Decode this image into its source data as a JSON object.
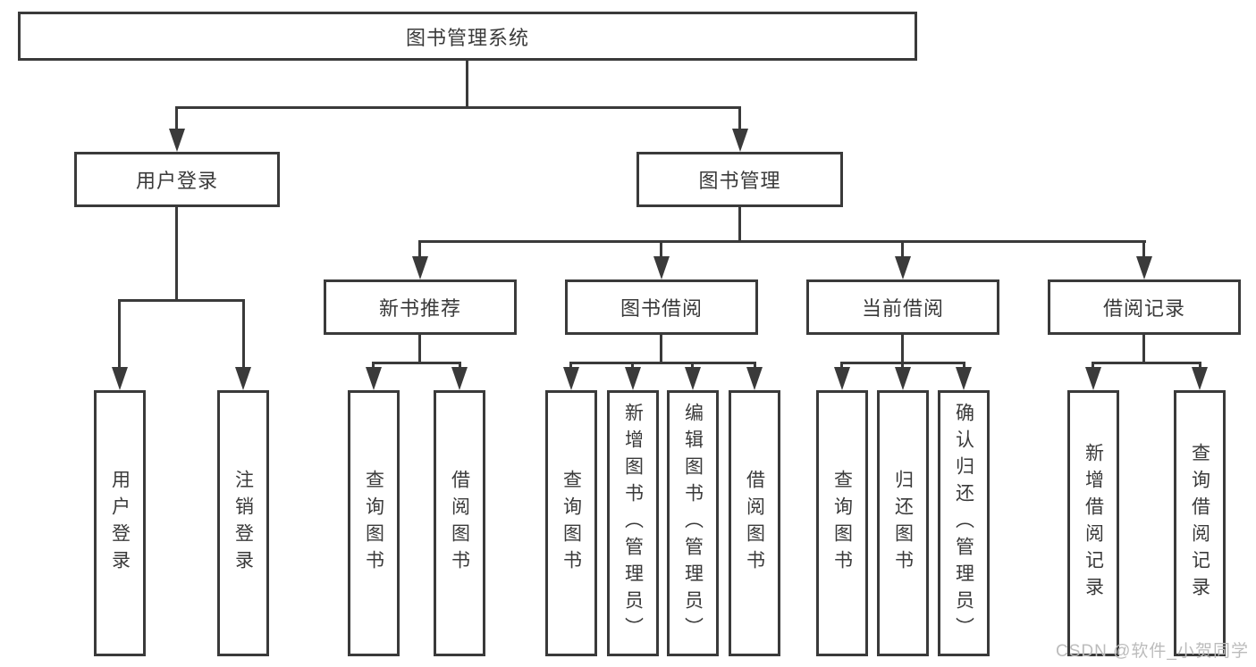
{
  "diagram_title": "图书管理系统",
  "colors": {
    "line": "#3a3a3a",
    "background": "#ffffff",
    "watermark": "#bcbcbc"
  },
  "tree": {
    "root": {
      "label": "图书管理系统",
      "children": [
        {
          "label": "用户登录",
          "children": [
            {
              "label": "用户登录"
            },
            {
              "label": "注销登录"
            }
          ]
        },
        {
          "label": "图书管理",
          "children": [
            {
              "label": "新书推荐",
              "children": [
                {
                  "label": "查询图书"
                },
                {
                  "label": "借阅图书"
                }
              ]
            },
            {
              "label": "图书借阅",
              "children": [
                {
                  "label": "查询图书"
                },
                {
                  "label": "新增图书（管理员）"
                },
                {
                  "label": "编辑图书（管理员）"
                },
                {
                  "label": "借阅图书"
                }
              ]
            },
            {
              "label": "当前借阅",
              "children": [
                {
                  "label": "查询图书"
                },
                {
                  "label": "归还图书"
                },
                {
                  "label": "确认归还（管理员）"
                }
              ]
            },
            {
              "label": "借阅记录",
              "children": [
                {
                  "label": "新增借阅记录"
                },
                {
                  "label": "查询借阅记录"
                }
              ]
            }
          ]
        }
      ]
    }
  },
  "watermark": {
    "text": "CSDN @软件_小贺同学"
  }
}
